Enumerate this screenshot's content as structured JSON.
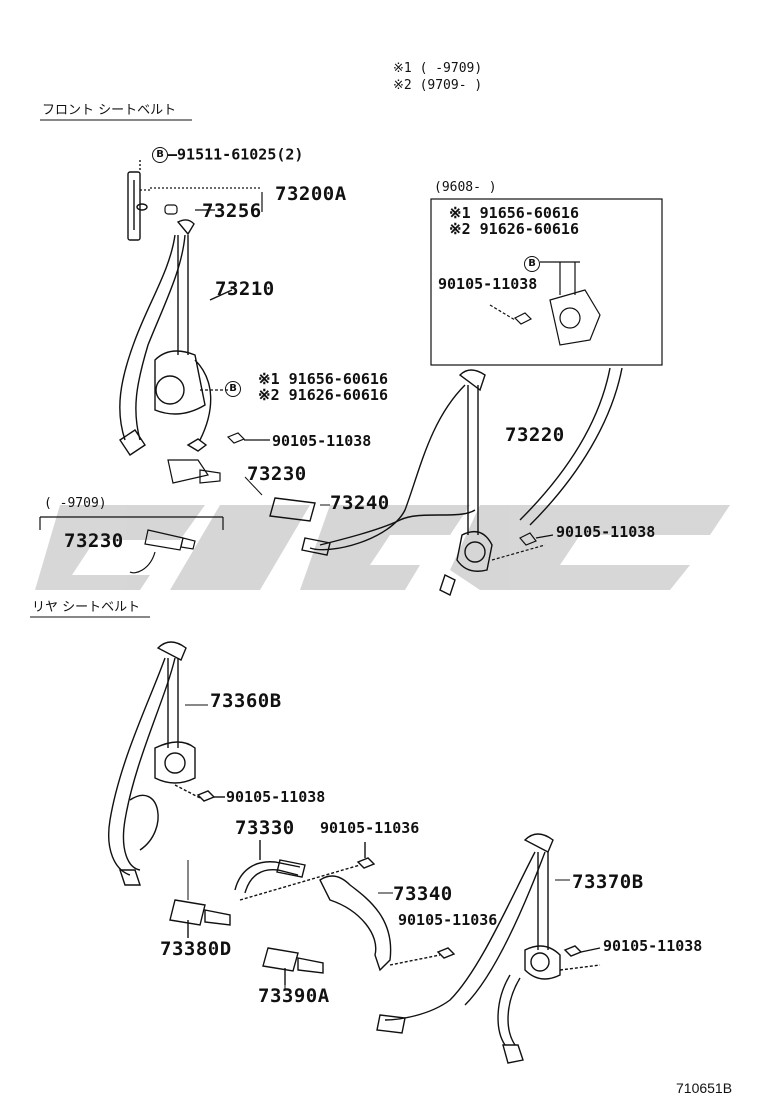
{
  "notes": {
    "n1_mark": "※1",
    "n1_range": "(      -9709)",
    "n2_mark": "※2",
    "n2_range": "(9709-      )"
  },
  "sections": {
    "front": "フロント シートベルト",
    "rear": "リヤ シートベルト"
  },
  "front": {
    "b_mark": "B",
    "bolt_top": "91511-61025(2)",
    "anchor_set": "73200A",
    "cover": "73256",
    "belt_outer": "73210",
    "retractor_bolt_1_mark": "※1",
    "retractor_bolt_1": "91656-60616",
    "retractor_bolt_2_mark": "※2",
    "retractor_bolt_2": "91626-60616",
    "bolt_lower": "90105-11038",
    "buckle": "73230",
    "variant_range": "(    -9709)",
    "variant_buckle": "73230",
    "inset_range": "(9608-      )",
    "inset_bolt_1_mark": "※1",
    "inset_bolt_1": "91656-60616",
    "inset_bolt_2_mark": "※2",
    "inset_bolt_2": "91626-60616",
    "inset_bolt_3": "90105-11038",
    "belt_inner": "73220",
    "buckle_inner": "73240",
    "bolt_inner": "90105-11038"
  },
  "rear": {
    "belt_left": "73360B",
    "bolt_left": "90105-11038",
    "center_belt": "73330",
    "bolt_center": "90105-11036",
    "center_belt_2": "73340",
    "bolt_center_2": "90105-11036",
    "belt_right": "73370B",
    "bolt_right": "90105-11038",
    "buckle_1": "73380D",
    "buckle_2": "73390A"
  },
  "diagram_id": "710651B",
  "watermark": "GIGC"
}
